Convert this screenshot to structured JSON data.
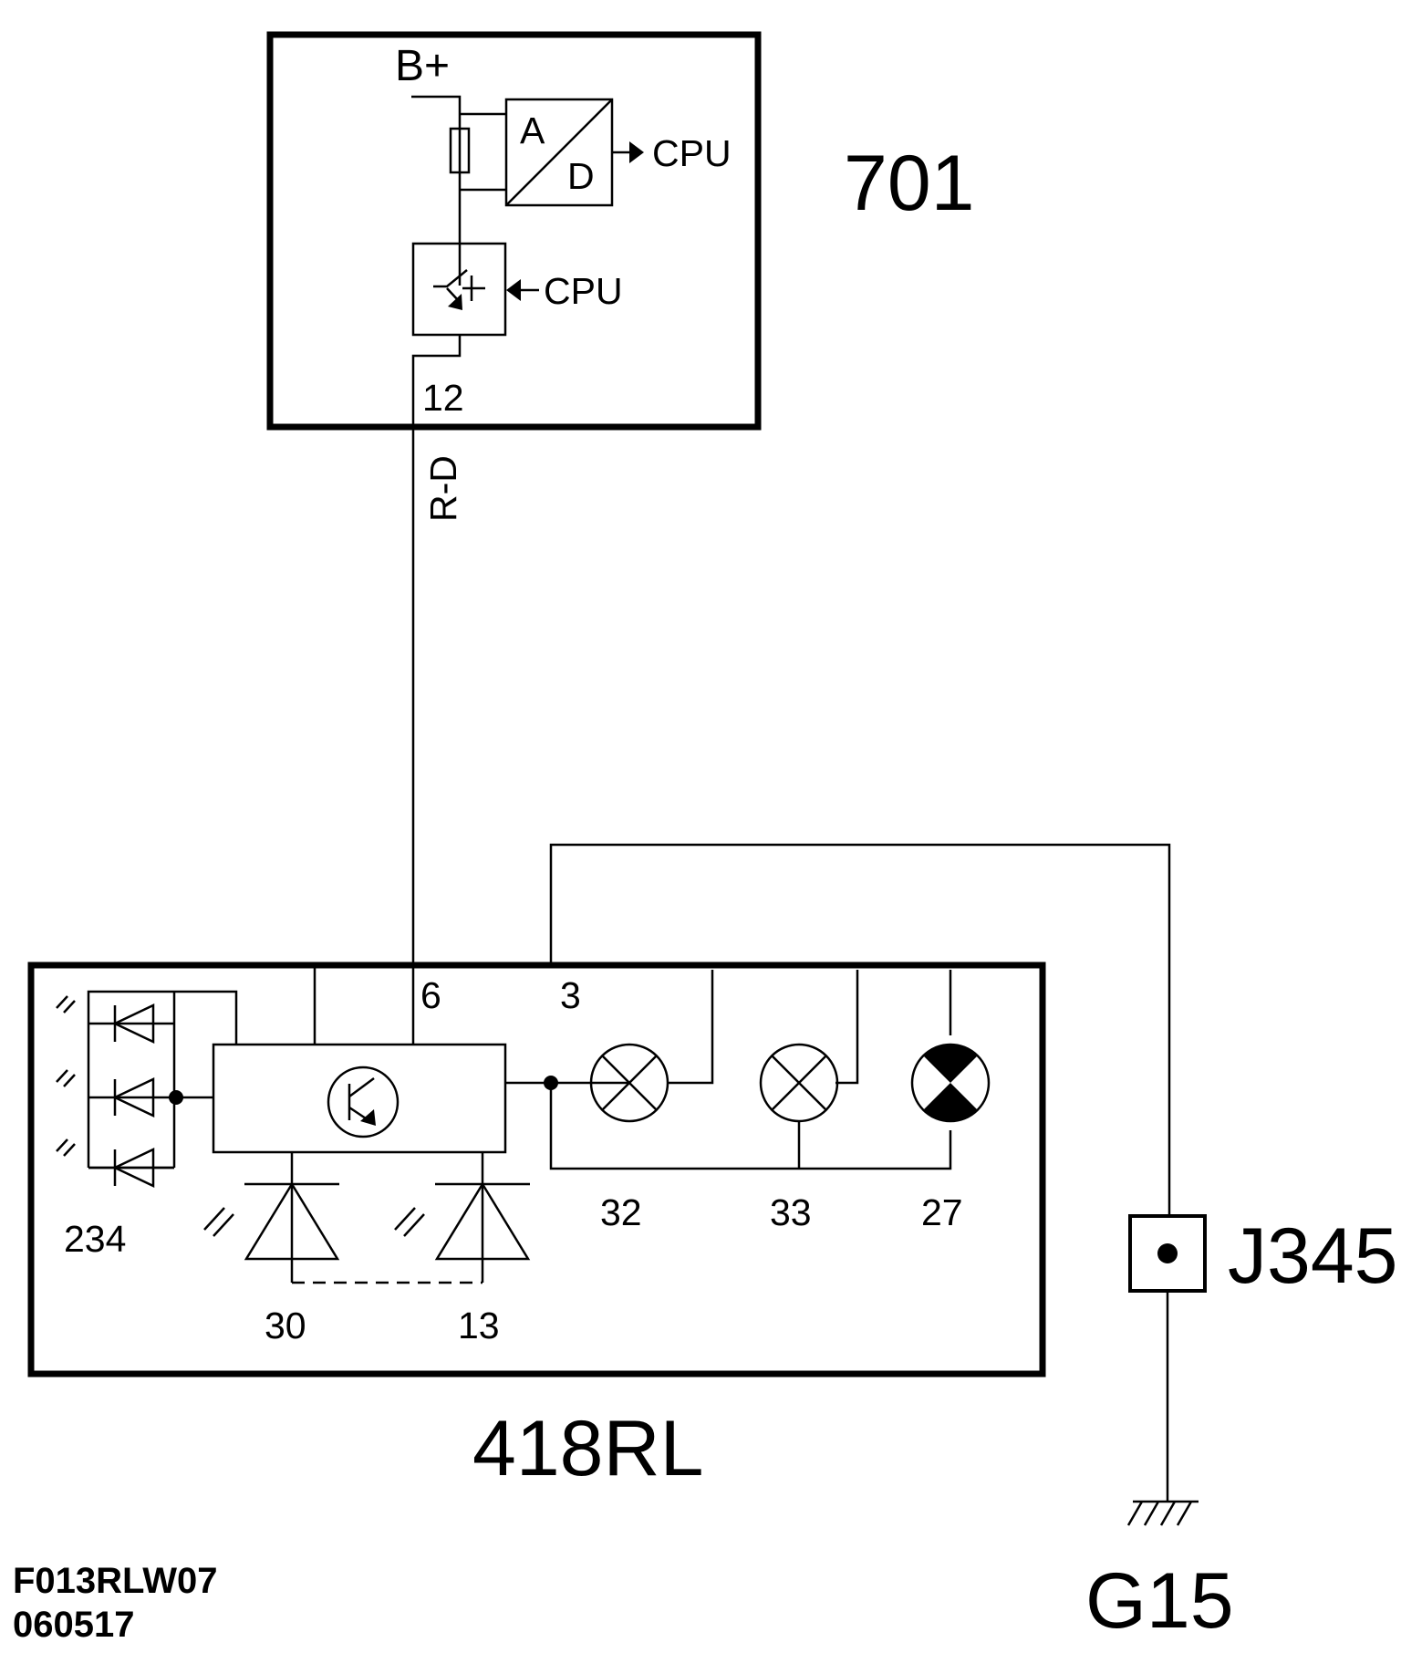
{
  "diagram": {
    "modules": {
      "ecu": {
        "id": "701",
        "supply_label": "B+",
        "pin": "12",
        "adc_in": "A",
        "adc_out": "D",
        "cpu_out_label": "CPU",
        "cpu_in_label": "CPU"
      },
      "lamp_unit": {
        "id": "418RL",
        "pin_in": "6",
        "pin_ground": "3",
        "leds_label": "234",
        "photodiode_labels": [
          "30",
          "13"
        ],
        "lamp_labels": [
          "32",
          "33",
          "27"
        ]
      }
    },
    "wire_color": "R-D",
    "connector": "J345",
    "ground": "G15",
    "footer": {
      "code": "F013RLW07",
      "date": "060517"
    }
  }
}
